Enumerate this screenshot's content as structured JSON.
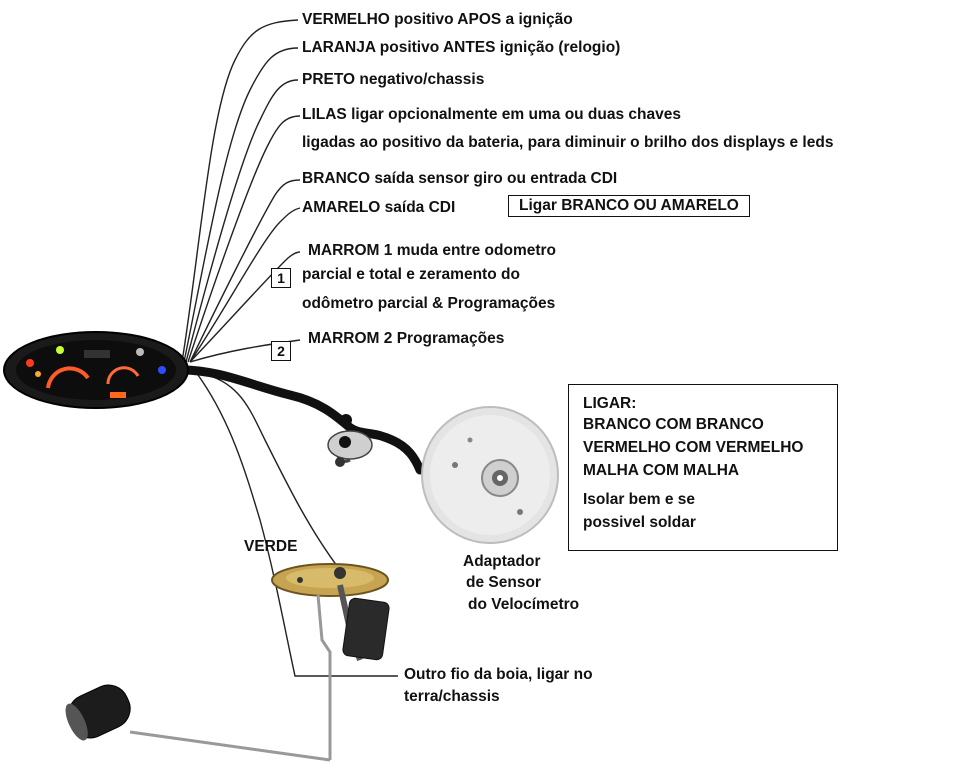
{
  "labels": {
    "vermelho": "VERMELHO positivo APOS a ignição",
    "laranja": "LARANJA positivo ANTES ignição (relogio)",
    "preto": "PRETO negativo/chassis",
    "lilas_1": "LILAS ligar opcionalmente em uma ou duas chaves",
    "lilas_2": "ligadas ao positivo da bateria, para diminuir o brilho dos displays e leds",
    "branco": "BRANCO  saída sensor giro ou entrada CDI",
    "amarelo": "AMARELO saída CDI",
    "ligar_branco_amarelo": "Ligar BRANCO OU AMARELO",
    "marrom1_a": "MARROM 1  muda  entre odometro",
    "marrom1_b": "parcial e total e zeramento do",
    "marrom1_c": "odômetro parcial &  Programações",
    "badge_1": "1",
    "badge_2": "2",
    "marrom2": "MARROM 2   Programações",
    "verde": "VERDE",
    "adapter_1": "Adaptador",
    "adapter_2": "de Sensor",
    "adapter_3": "do Velocímetro",
    "boia_1": "Outro fio da boia, ligar no",
    "boia_2": "terra/chassis"
  },
  "ligar_box": {
    "title": "LIGAR:",
    "lines": [
      "BRANCO COM BRANCO",
      "VERMELHO COM VERMELHO",
      "MALHA COM MALHA"
    ],
    "note_1": "Isolar bem e se",
    "note_2": "possivel soldar"
  }
}
